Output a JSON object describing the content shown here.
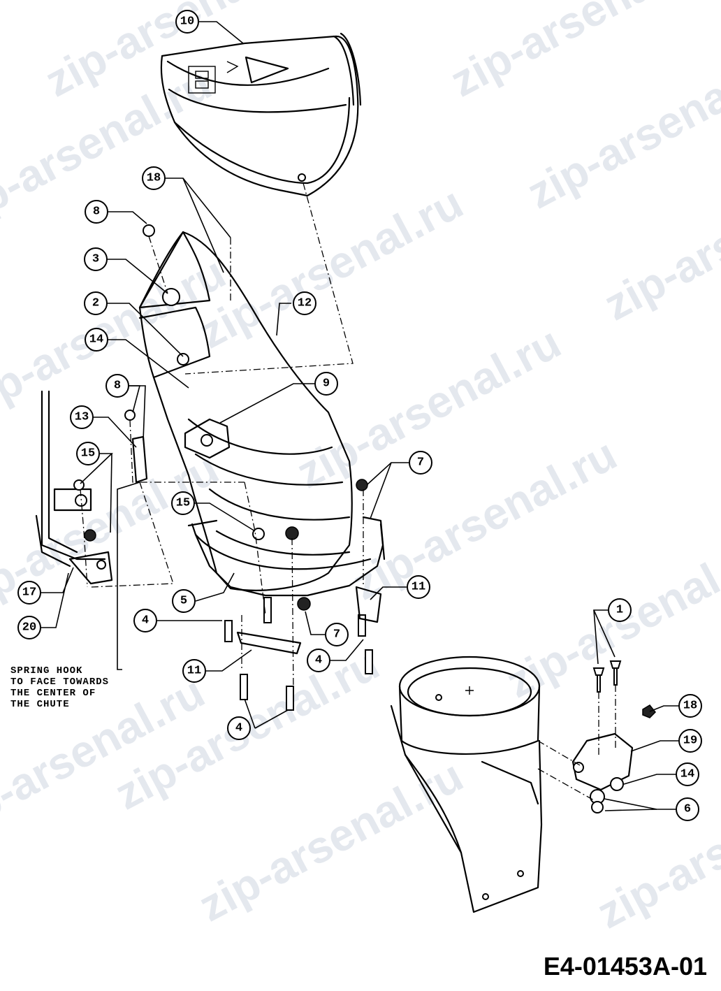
{
  "watermark": "zip-arsenal.ru",
  "drawing_code": "E4-01453A-01",
  "note_lines": [
    "SPRING HOOK",
    "TO FACE TOWARDS",
    "THE CENTER OF",
    "THE CHUTE"
  ],
  "callouts": [
    "10",
    "18",
    "8",
    "3",
    "2",
    "14",
    "12",
    "9",
    "8",
    "13",
    "15",
    "7",
    "15",
    "17",
    "20",
    "5",
    "11",
    "4",
    "7",
    "11",
    "4",
    "4",
    "1",
    "18",
    "19",
    "14",
    "6"
  ]
}
